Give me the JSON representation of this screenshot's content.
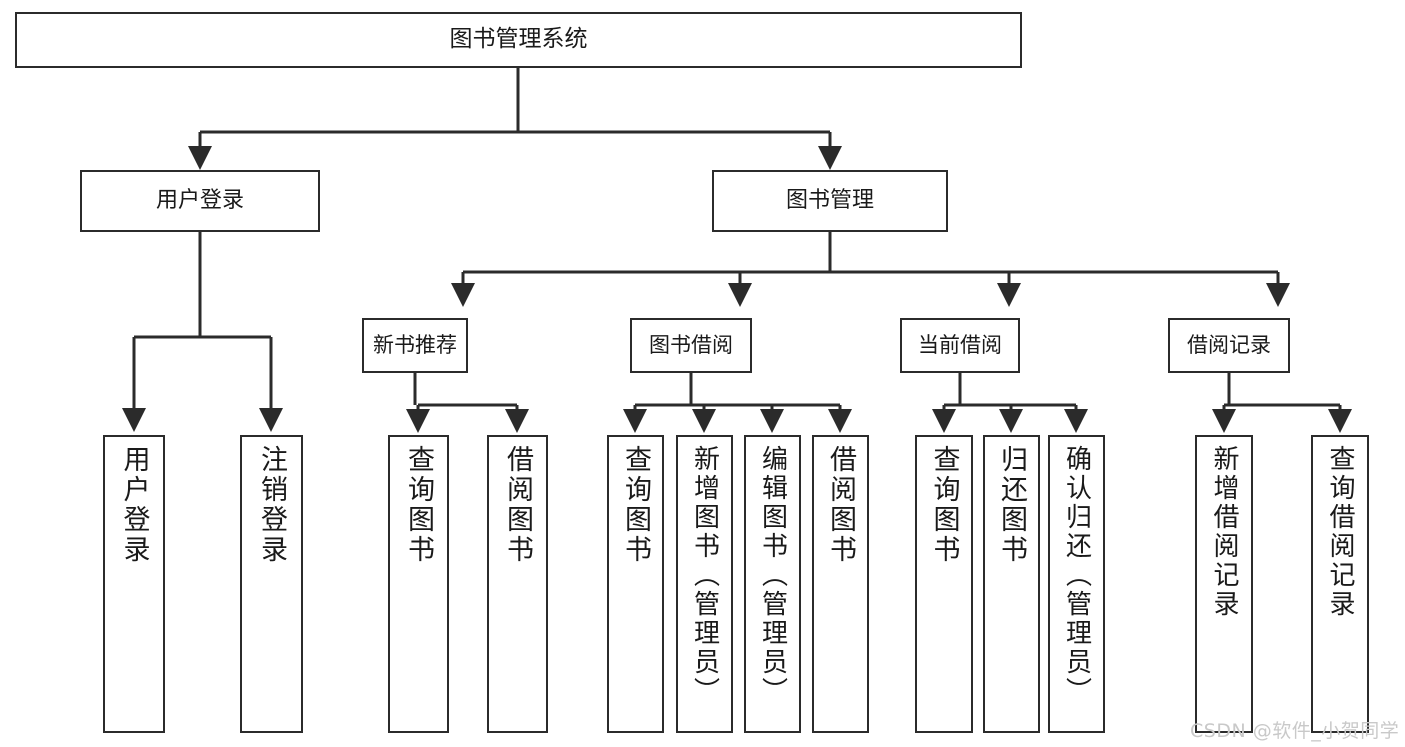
{
  "diagram": {
    "type": "tree",
    "title": "图书管理系统",
    "watermark": "CSDN @软件_小贺同学",
    "colors": {
      "box_border": "#2b2b2b",
      "box_fill": "#ffffff",
      "connector": "#2b2b2b",
      "text": "#1a1a1a",
      "watermark": "#c9c9c9",
      "background": "#ffffff"
    },
    "nodes": {
      "root": {
        "label": "图书管理系统"
      },
      "level2": [
        {
          "id": "user-login",
          "label": "用户登录"
        },
        {
          "id": "book-manage",
          "label": "图书管理"
        }
      ],
      "level3": [
        {
          "id": "new-book-recommend",
          "label": "新书推荐"
        },
        {
          "id": "book-borrow",
          "label": "图书借阅"
        },
        {
          "id": "current-borrow",
          "label": "当前借阅"
        },
        {
          "id": "borrow-record",
          "label": "借阅记录"
        }
      ],
      "leaves": [
        {
          "id": "leaf-user-login",
          "label": "用户登录",
          "parent": "user-login"
        },
        {
          "id": "leaf-user-logout",
          "label": "注销登录",
          "parent": "user-login"
        },
        {
          "id": "leaf-query-book-1",
          "label": "查询图书",
          "parent": "new-book-recommend"
        },
        {
          "id": "leaf-borrow-book-1",
          "label": "借阅图书",
          "parent": "new-book-recommend"
        },
        {
          "id": "leaf-query-book-2",
          "label": "查询图书",
          "parent": "book-borrow"
        },
        {
          "id": "leaf-add-book",
          "label": "新增图书（管理员）",
          "parent": "book-borrow"
        },
        {
          "id": "leaf-edit-book",
          "label": "编辑图书（管理员）",
          "parent": "book-borrow"
        },
        {
          "id": "leaf-borrow-book-2",
          "label": "借阅图书",
          "parent": "book-borrow"
        },
        {
          "id": "leaf-query-book-3",
          "label": "查询图书",
          "parent": "current-borrow"
        },
        {
          "id": "leaf-return-book",
          "label": "归还图书",
          "parent": "current-borrow"
        },
        {
          "id": "leaf-confirm-return",
          "label": "确认归还（管理员）",
          "parent": "current-borrow"
        },
        {
          "id": "leaf-add-record",
          "label": "新增借阅记录",
          "parent": "borrow-record"
        },
        {
          "id": "leaf-query-record",
          "label": "查询借阅记录",
          "parent": "borrow-record"
        }
      ]
    }
  }
}
